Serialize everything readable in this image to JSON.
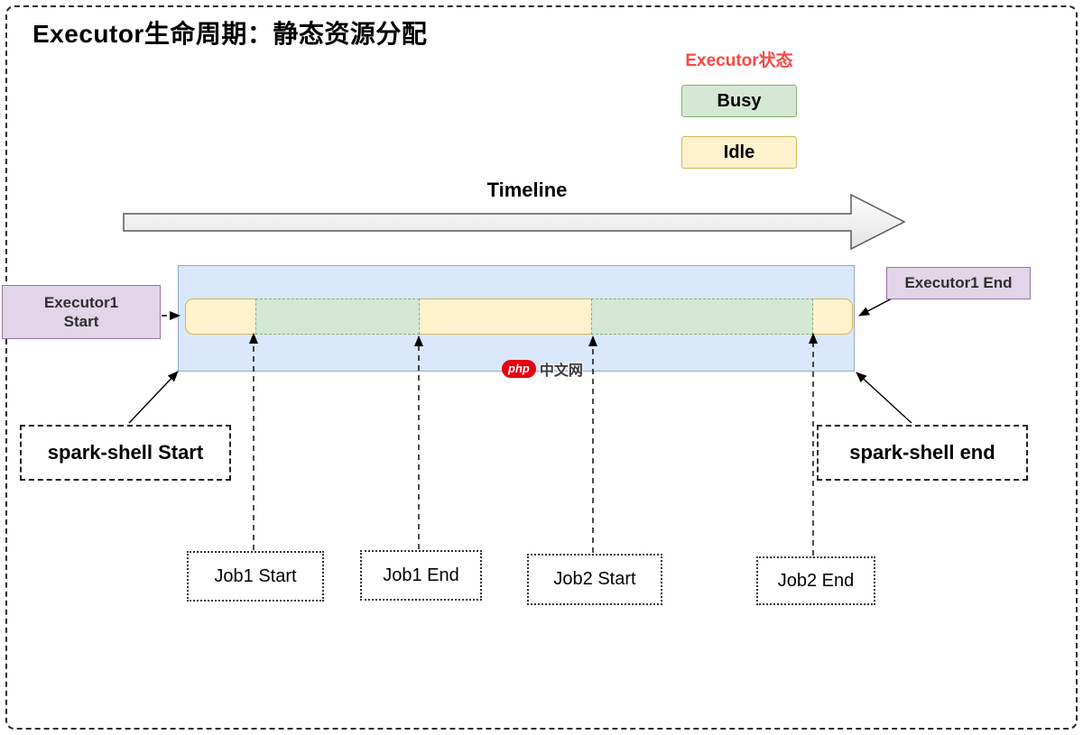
{
  "title": "Executor生命周期：静态资源分配",
  "legend": {
    "title": "Executor状态",
    "items": [
      {
        "label": "Busy",
        "state": "busy",
        "color": "#d5e8d4"
      },
      {
        "label": "Idle",
        "state": "idle",
        "color": "#fff2cc"
      }
    ]
  },
  "timeline": {
    "label": "Timeline"
  },
  "executor_track": {
    "start_line1": "Executor1",
    "start_line2": "Start",
    "end_label": "Executor1 End",
    "segments": [
      {
        "state": "idle"
      },
      {
        "state": "busy",
        "job": "Job1"
      },
      {
        "state": "idle"
      },
      {
        "state": "busy",
        "job": "Job2"
      },
      {
        "state": "idle"
      }
    ]
  },
  "shell": {
    "start_label": "spark-shell Start",
    "end_label": "spark-shell end"
  },
  "job_markers": [
    {
      "label": "Job1 Start"
    },
    {
      "label": "Job1 End"
    },
    {
      "label": "Job2 Start"
    },
    {
      "label": "Job2 End"
    }
  ],
  "watermark": {
    "logo_text": "php",
    "site_text": "中文网"
  },
  "colors": {
    "busy-fill": "#d5e8d4",
    "busy-border": "#82b366",
    "idle-fill": "#fff2cc",
    "idle-border": "#d6b656",
    "executor-fill": "#dae8fc",
    "executor-border": "#8fa8cd",
    "label-purple-fill": "#e1d5e7",
    "label-purple-border": "#9673a6",
    "legend-title-red": "#fb4743"
  }
}
